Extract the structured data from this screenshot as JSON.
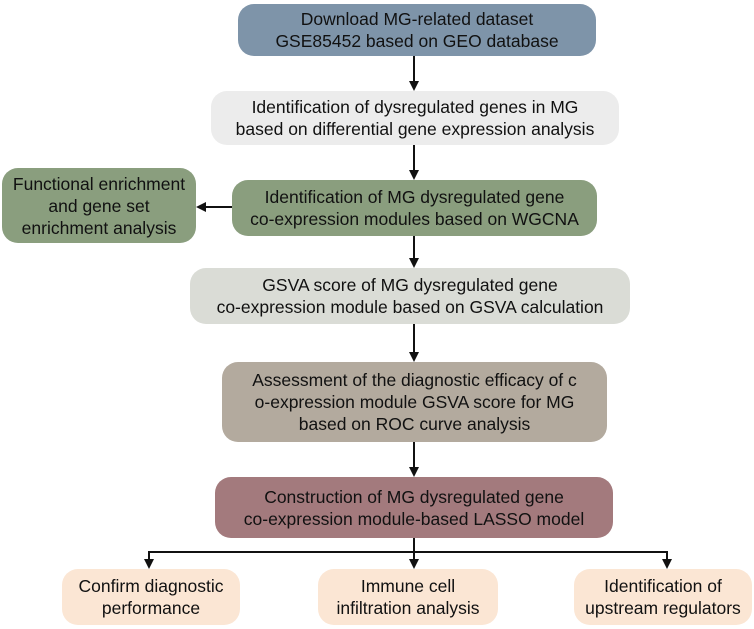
{
  "steps": [
    {
      "lines": [
        "Download MG-related dataset",
        "GSE85452 based on GEO database"
      ],
      "color": "#7e94a9"
    },
    {
      "lines": [
        "Identification of dysregulated genes in MG",
        "based on differential gene expression analysis"
      ],
      "color": "#ececec"
    },
    {
      "lines": [
        "Identification of MG dysregulated gene",
        "co-expression modules based on WGCNA"
      ],
      "color": "#8a9e7e"
    },
    {
      "lines": [
        "GSVA score of MG dysregulated gene",
        "co-expression module based on GSVA calculation"
      ],
      "color": "#dadcd6"
    },
    {
      "lines": [
        "Assessment of the diagnostic efficacy of c",
        "o-expression module GSVA score for MG",
        "based on ROC curve analysis"
      ],
      "color": "#b3aa9e"
    },
    {
      "lines": [
        "Construction of MG dysregulated gene",
        "co-expression module-based LASSO model"
      ],
      "color": "#a37a7d"
    }
  ],
  "side": {
    "lines": [
      "Functional enrichment",
      "and gene set",
      "enrichment analysis"
    ],
    "color": "#8a9e7e"
  },
  "outcomes": [
    {
      "lines": [
        "Confirm diagnostic",
        "performance"
      ],
      "color": "#fbe6d4"
    },
    {
      "lines": [
        "Immune cell",
        "infiltration analysis"
      ],
      "color": "#fbe6d4"
    },
    {
      "lines": [
        "Identification of",
        "upstream regulators"
      ],
      "color": "#fbe6d4"
    }
  ]
}
